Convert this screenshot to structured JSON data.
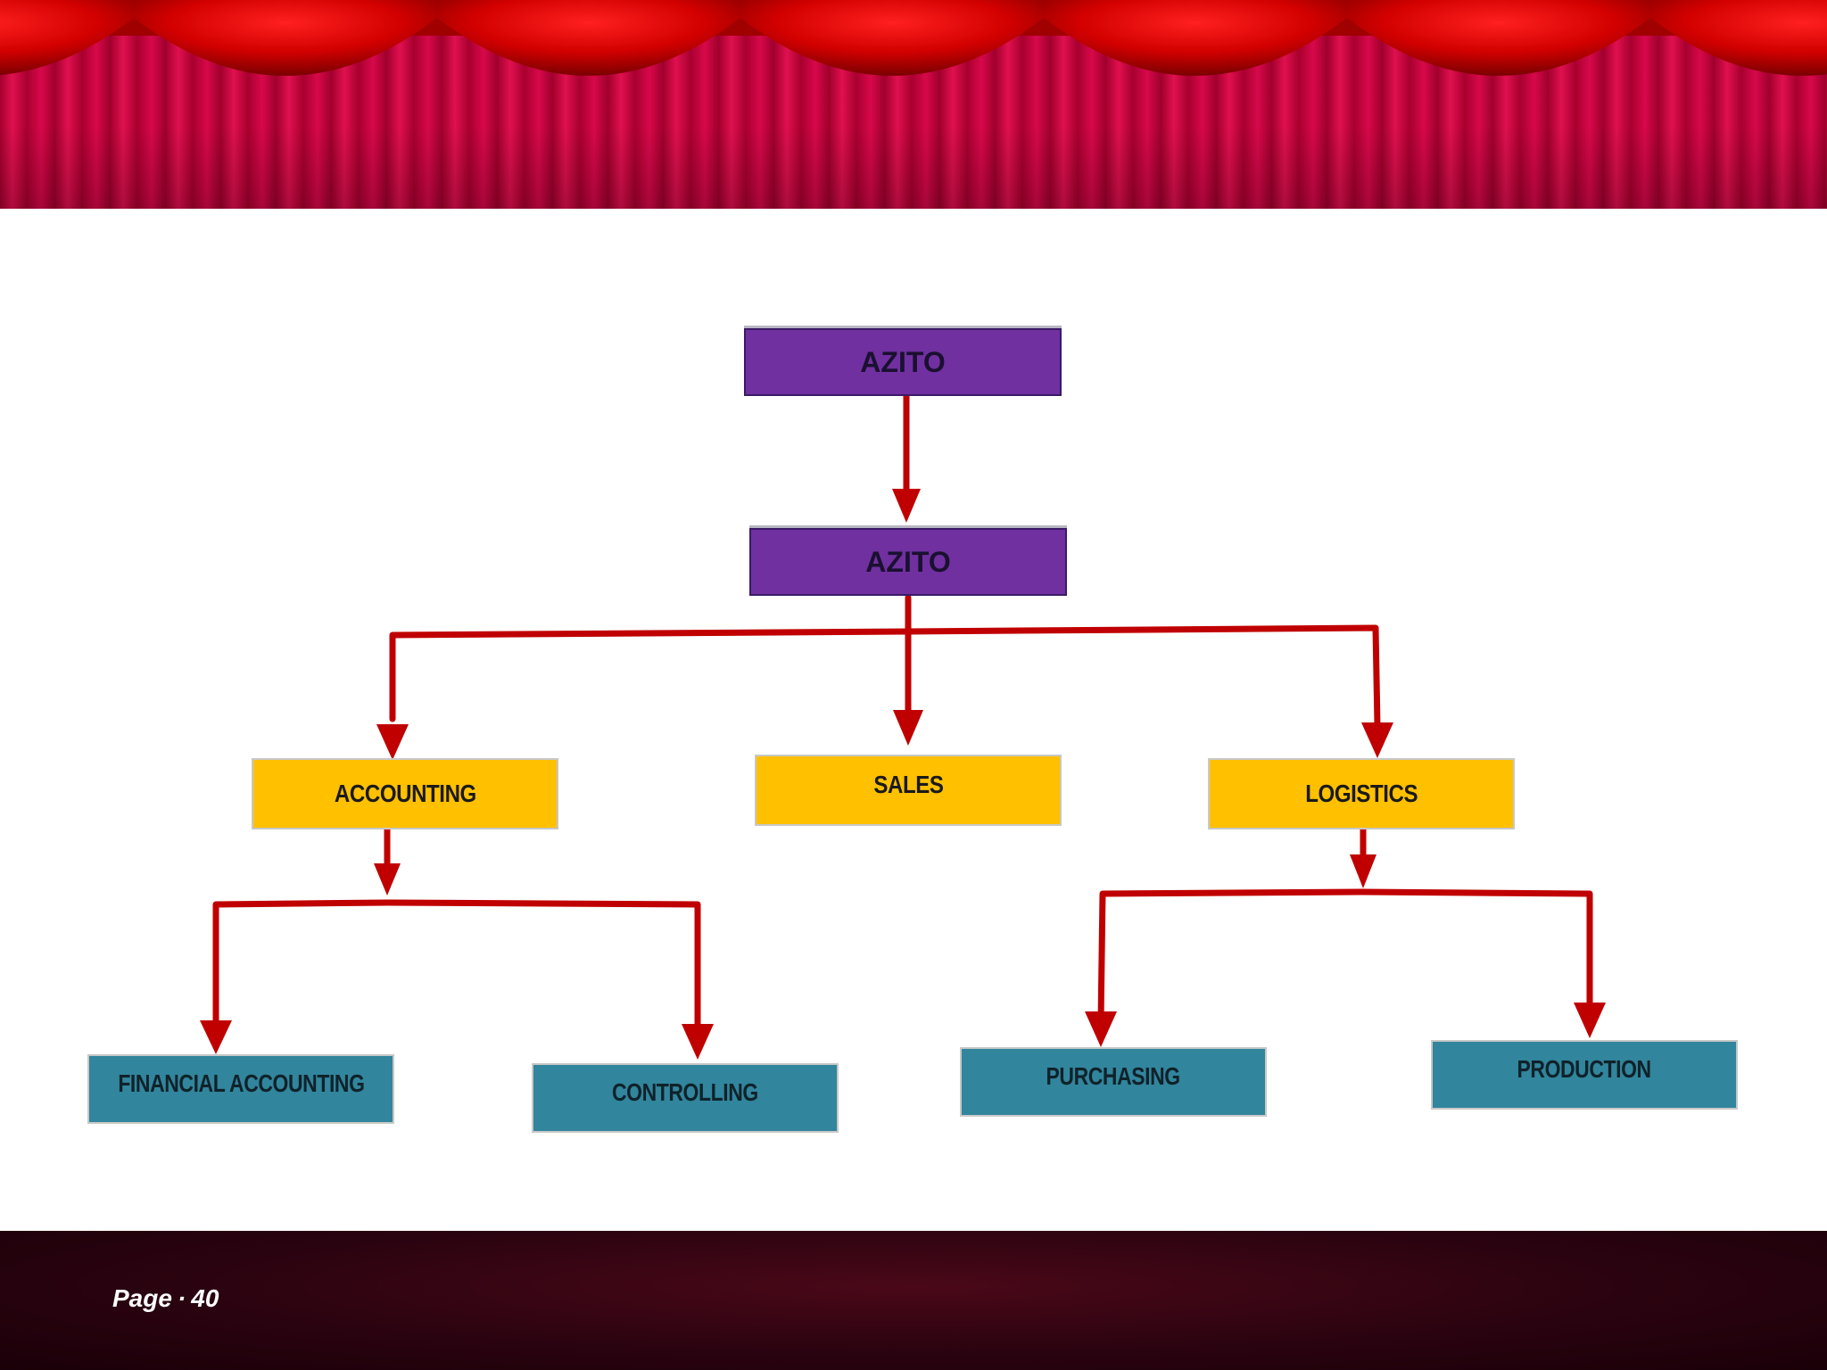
{
  "diagram": {
    "root": {
      "label": "AZITO"
    },
    "company": {
      "label": "AZITO"
    },
    "departments": [
      {
        "label": "ACCOUNTING"
      },
      {
        "label": "SALES"
      },
      {
        "label": "LOGISTICS"
      }
    ],
    "subunits": [
      {
        "label": "FINANCIAL ACCOUNTING"
      },
      {
        "label": "CONTROLLING"
      },
      {
        "label": "PURCHASING"
      },
      {
        "label": "PRODUCTION"
      }
    ],
    "colors": {
      "top_level": "#7030a0",
      "department": "#ffc000",
      "subunit": "#31859c",
      "connector": "#c00000"
    }
  },
  "footer": {
    "page_word": "Page",
    "separator": "·",
    "page_number": "40"
  }
}
